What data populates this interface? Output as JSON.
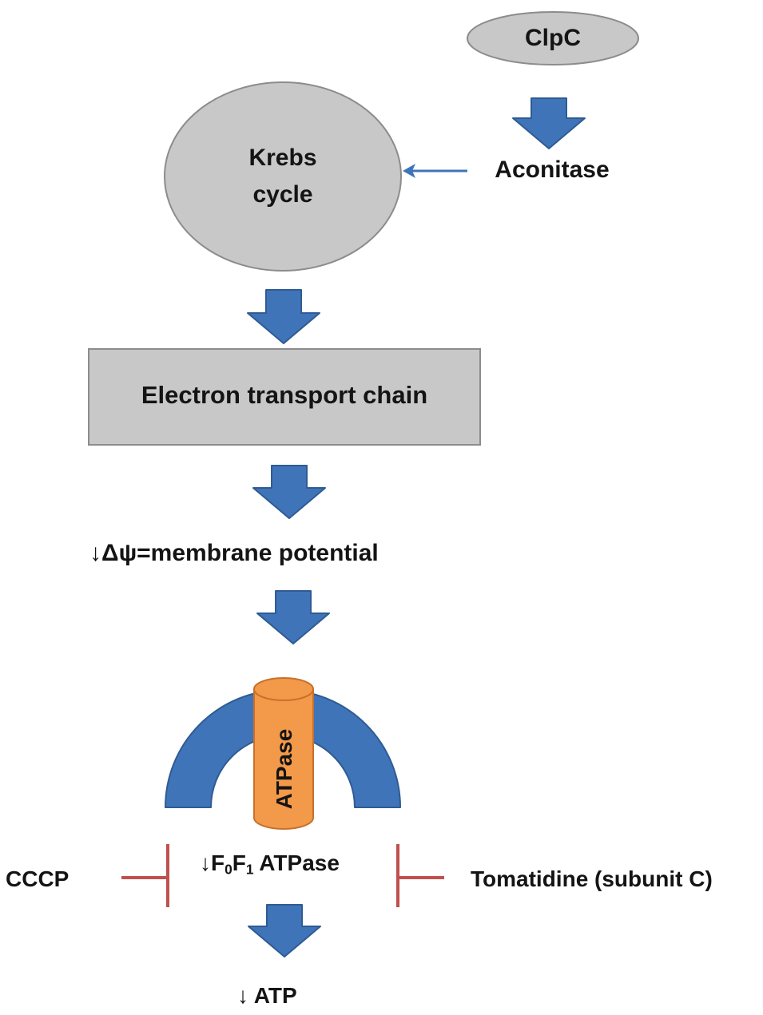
{
  "nodes": {
    "clpc": "ClpC",
    "aconitase": "Aconitase",
    "krebs_line1": "Krebs",
    "krebs_line2": "cycle",
    "etc": "Electron transport chain",
    "membrane_arrow": "↓",
    "membrane": "Δψ=membrane potential",
    "atpase_cylinder": "ATPase",
    "f0f1_arrow": "↓",
    "f0f1_f": "F",
    "f0f1_sub0": "0",
    "f0f1_f2": "F",
    "f0f1_sub1": "1",
    "f0f1_rest": " ATPase",
    "cccp": "CCCP",
    "tomatidine": "Tomatidine (subunit C)",
    "atp": "↓ ATP"
  },
  "colors": {
    "node_fill": "#c8c8c8",
    "node_stroke": "#8c8c8c",
    "arrow_blue": "#3f74b8",
    "arrow_stroke": "#2f5b93",
    "atpase_orange": "#f2994a",
    "atpase_stroke": "#c8702b",
    "inhibitor_red": "#c0504d"
  }
}
